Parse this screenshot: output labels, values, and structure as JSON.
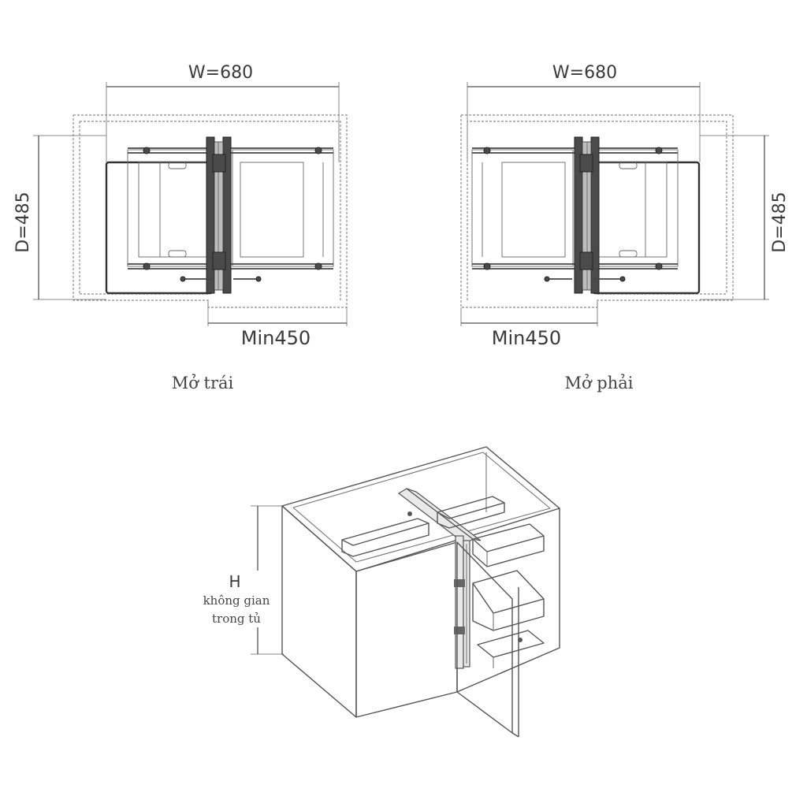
{
  "left_plan": {
    "width_label": "W=680",
    "depth_label": "D=485",
    "min_label": "Min450",
    "caption": "Mở trái"
  },
  "right_plan": {
    "width_label": "W=680",
    "depth_label": "D=485",
    "min_label": "Min450",
    "caption": "Mở phải"
  },
  "iso_view": {
    "height_label": "H",
    "height_note_line1": "không gian",
    "height_note_line2": "trong tủ"
  }
}
